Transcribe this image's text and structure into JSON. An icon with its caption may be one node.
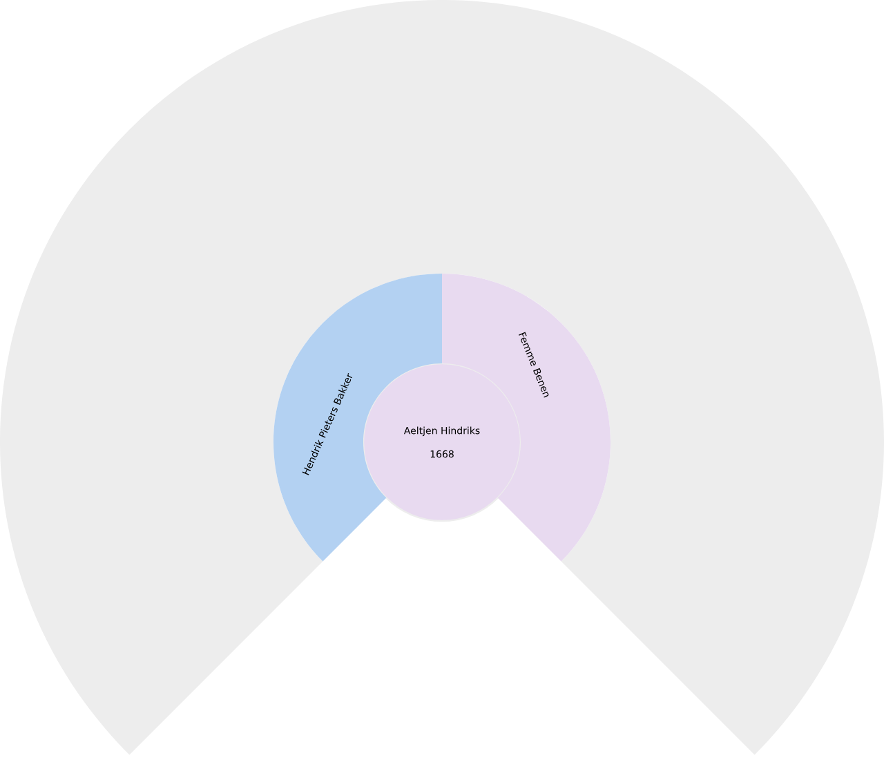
{
  "diagram": {
    "nodes": [
      {
        "text": [
          "Aeltjen Hindriks",
          "1668"
        ]
      },
      {
        "text": [
          "Hendrik Pieters Bakker"
        ]
      },
      {
        "text": [
          "Femme Benen"
        ]
      }
    ]
  }
}
